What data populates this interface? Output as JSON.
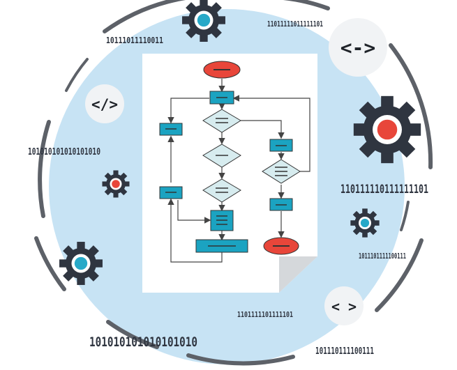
{
  "binary_strings": [
    "10111011110011",
    "11011111011111101",
    "101010101010101010",
    "110111110111111101",
    "1011101111100111",
    "1101111101111101",
    "101010101010101010",
    "101110111100111"
  ],
  "code_badges": [
    "</>",
    "<->",
    "< >"
  ],
  "icons": {
    "gear": "gear-icon",
    "doc": "document-icon",
    "code": "code-brackets-icon"
  },
  "colors": {
    "circle": "#c7e3f4",
    "ring": "#5d6168",
    "gear": "#2f3540",
    "gear_center_blue": "#27a9c8",
    "gear_center_red": "#e8463a",
    "terminal": "#e8463a",
    "process": "#1ba3c1",
    "decision": "#d7ecef"
  }
}
